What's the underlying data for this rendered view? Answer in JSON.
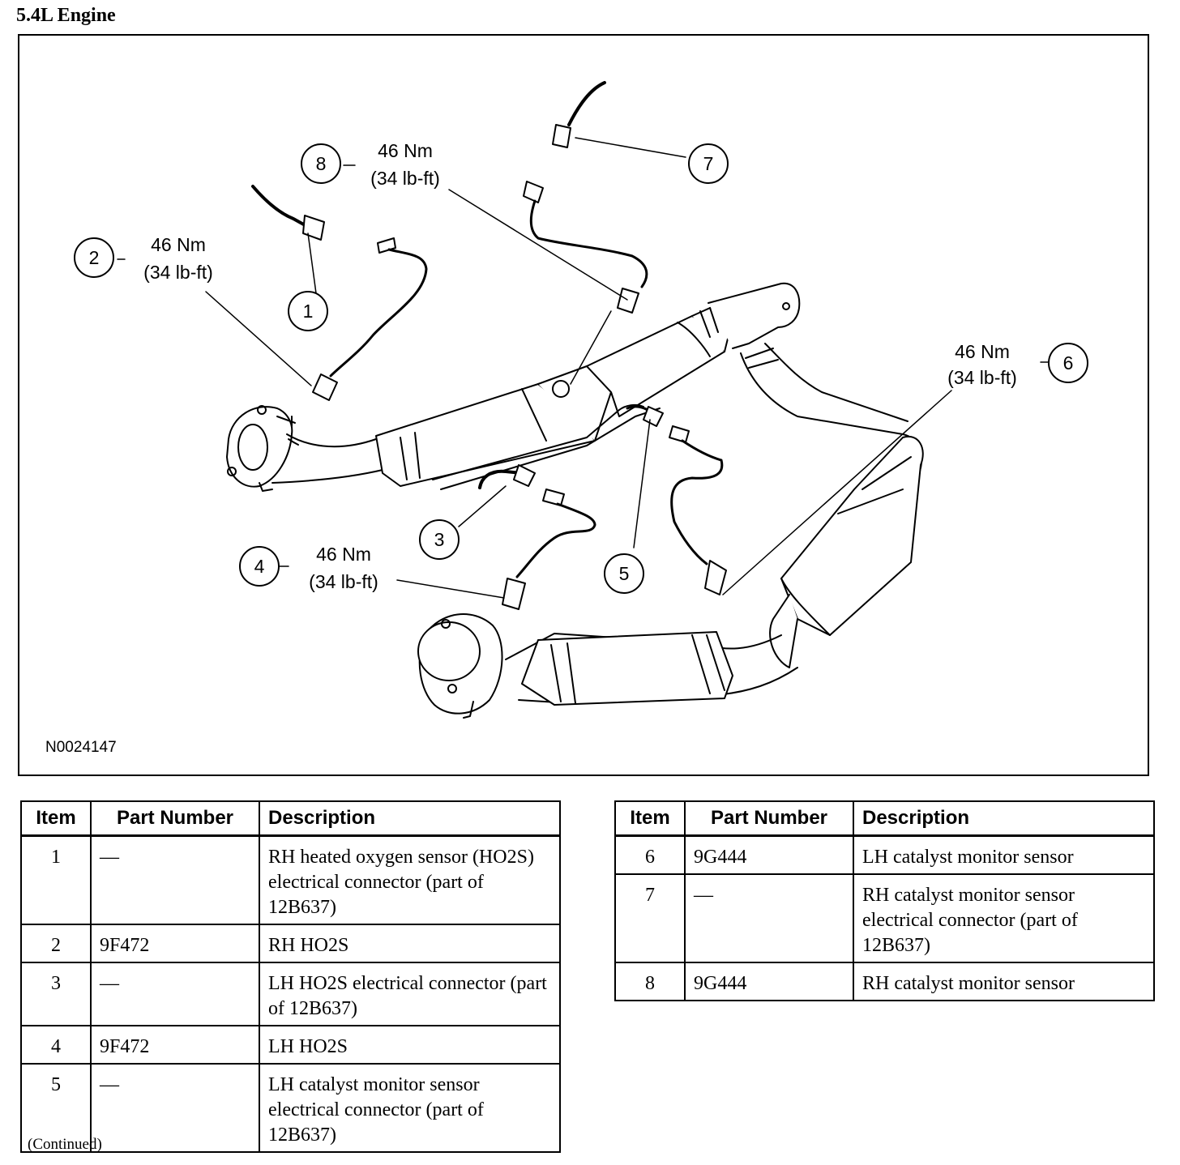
{
  "title": "5.4L Engine",
  "figure": {
    "id": "N0024147",
    "callouts": [
      {
        "num": "1"
      },
      {
        "num": "2",
        "torque_nm": "46 Nm",
        "torque_lbft": "(34 lb-ft)"
      },
      {
        "num": "3"
      },
      {
        "num": "4",
        "torque_nm": "46 Nm",
        "torque_lbft": "(34 lb-ft)"
      },
      {
        "num": "5"
      },
      {
        "num": "6",
        "torque_nm": "46 Nm",
        "torque_lbft": "(34 lb-ft)"
      },
      {
        "num": "7"
      },
      {
        "num": "8",
        "torque_nm": "46 Nm",
        "torque_lbft": "(34 lb-ft)"
      }
    ]
  },
  "table": {
    "headers": [
      "Item",
      "Part Number",
      "Description"
    ],
    "left_rows": [
      {
        "item": "1",
        "part": "—",
        "desc": "RH heated oxygen sensor (HO2S) electrical connector (part of 12B637)"
      },
      {
        "item": "2",
        "part": "9F472",
        "desc": "RH HO2S"
      },
      {
        "item": "3",
        "part": "—",
        "desc": "LH HO2S electrical connector (part of 12B637)"
      },
      {
        "item": "4",
        "part": "9F472",
        "desc": "LH HO2S"
      },
      {
        "item": "5",
        "part": "—",
        "desc": "LH catalyst monitor sensor electrical connector (part of 12B637)"
      }
    ],
    "right_rows": [
      {
        "item": "6",
        "part": "9G444",
        "desc": "LH catalyst monitor sensor"
      },
      {
        "item": "7",
        "part": "—",
        "desc": "RH catalyst monitor sensor electrical connector (part of 12B637)"
      },
      {
        "item": "8",
        "part": "9G444",
        "desc": "RH catalyst monitor sensor"
      }
    ]
  },
  "footer": {
    "continued": "(Continued)"
  }
}
